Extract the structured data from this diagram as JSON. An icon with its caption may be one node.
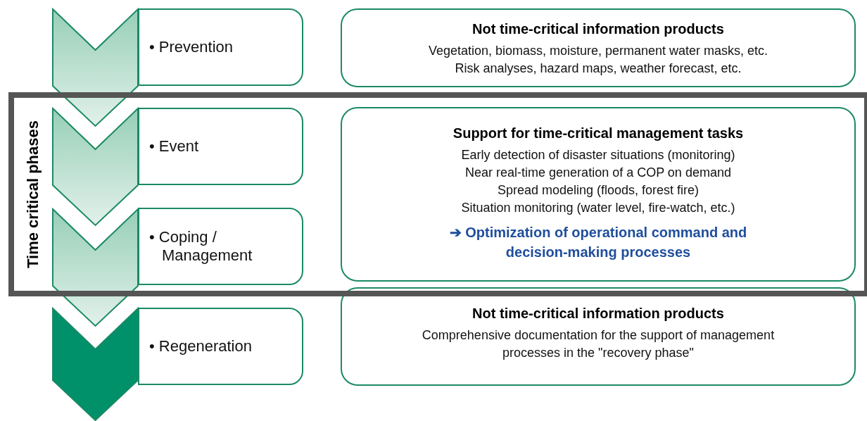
{
  "diagram": {
    "nodes": [
      {
        "text": [],
        "shape": "chevron"
      },
      {
        "text": [
          "• Prevention"
        ]
      },
      {
        "text": [
          "Not time-critical information products",
          "Vegetation, biomass, moisture, permanent water masks, etc.",
          "Risk analyses, hazard maps, weather forecast, etc."
        ]
      },
      {
        "text": [
          "Time critical phases"
        ]
      },
      {
        "text": [],
        "shape": "chevron",
        "in": 3
      },
      {
        "text": [
          "• Event"
        ],
        "in": 3
      },
      {
        "text": [],
        "shape": "chevron"
      },
      {
        "text": [
          "• Coping / Management"
        ],
        "in": 3
      },
      {
        "text": [
          "Support for time-critical management tasks",
          "Early detection of disaster situations (monitoring)",
          "Near real-time generation of a COP on demand",
          "Spread modeling (floods, forest fire)",
          "Situation monitoring (water level, fire-watch, etc.)",
          "➔ Optimization of operational command and decision-making processes"
        ],
        "in": 3
      },
      {
        "text": [],
        "shape": "chevron"
      },
      {
        "text": [
          "• Regeneration"
        ]
      },
      {
        "text": [
          "Not time-critical information products",
          "Comprehensive documentation for the support of management processes in the \"recovery phase\""
        ]
      }
    ]
  }
}
